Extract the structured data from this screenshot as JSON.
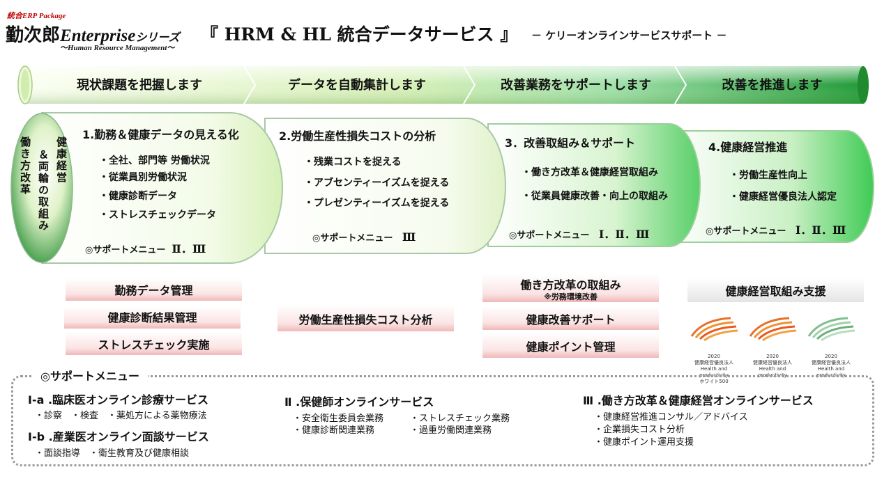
{
  "header": {
    "logo_top": "統合ERP Package",
    "logo_main": "勤次郎",
    "logo_enterprise": "Enterprise",
    "logo_series": "シリーズ",
    "logo_sub": "～Human Resource Management～",
    "title": "『 HRM & HL 統合データサービス 』",
    "subtitle": "－ ケリーオンラインサービスサポート －"
  },
  "banner": {
    "steps": [
      "現状課題を把握します",
      "データを自動集計します",
      "改善業務をサポートします",
      "改善を推進します"
    ]
  },
  "left_oval": {
    "col1": "働き方改革",
    "col2": "＆両輪の取組み",
    "col3": "健康経営"
  },
  "cylinders": [
    {
      "title": "1.勤務＆健康データの見える化",
      "items": [
        "・全社、部門等 労働状況",
        "・従業員別労働状況",
        "・健康診断データ",
        "・ストレスチェックデータ"
      ],
      "menu_label": "◎サポートメニュー",
      "menu_num": "Ⅱ．Ⅲ"
    },
    {
      "title": "2.労働生産性損失コストの分析",
      "items": [
        "・残業コストを捉える",
        "・アブセンティーイズムを捉える",
        "・プレゼンティーイズムを捉える"
      ],
      "menu_label": "◎サポートメニュー",
      "menu_num": "Ⅲ"
    },
    {
      "title": "3．改善取組み＆サポート",
      "items": [
        "・働き方改革＆健康経営取組み",
        "・従業員健康改善・向上の取組み"
      ],
      "menu_label": "◎サポートメニュー",
      "menu_num": "Ⅰ．Ⅱ．Ⅲ"
    },
    {
      "title": "4.健康経営推進",
      "items": [
        "・労働生産性向上",
        "・健康経営優良法人認定"
      ],
      "menu_label": "◎サポートメニュー",
      "menu_num": "Ⅰ．Ⅱ．Ⅲ"
    }
  ],
  "labels": {
    "col1": [
      "勤務データ管理",
      "健康診断結果管理",
      "ストレスチェック実施"
    ],
    "col2": [
      "労働生産性損失コスト分析"
    ],
    "col3_top": "働き方改革の取組み",
    "col3_note": "※労務環境改善",
    "col3": [
      "健康改善サポート",
      "健康ポイント管理"
    ],
    "col4": "健康経営取組み支援"
  },
  "badges": [
    {
      "year": "2020",
      "name": "健康経営優良法人",
      "en": "Health and productivity",
      "tag": "ホワイト500",
      "color": "#e8702a"
    },
    {
      "year": "2020",
      "name": "健康経営優良法人",
      "en": "Health and productivity",
      "tag": "",
      "color": "#e8702a"
    },
    {
      "year": "2020",
      "name": "健康経営優良法人",
      "en": "Health and productivity",
      "tag": "",
      "color": "#7fbf8f"
    }
  ],
  "support": {
    "heading": "◎サポートメニュー",
    "s1a_title": "Ⅰ-a .臨床医オンライン診療サービス",
    "s1a_items": "・診察　・検査　・薬処方による薬物療法",
    "s1b_title": "Ⅰ-b .産業医オンライン面談サービス",
    "s1b_items": "・面談指導　・衛生教育及び健康相談",
    "s2_title": "Ⅱ .保健師オンラインサービス",
    "s2_items_a": [
      "・安全衛生委員会業務",
      "・健康診断関連業務"
    ],
    "s2_items_b": [
      "・ストレスチェック業務",
      "・過重労働関連業務"
    ],
    "s3_title": "Ⅲ .働き方改革＆健康経営オンラインサービス",
    "s3_items": [
      "・健康経営推進コンサル／アドバイス",
      "・企業損失コスト分析",
      "・健康ポイント運用支援"
    ]
  },
  "colors": {
    "banner_light": "#f4fbe6",
    "banner_mid": "#bfe6a0",
    "banner_dark": "#2e9e3a",
    "pink": "#f2c4c4"
  }
}
